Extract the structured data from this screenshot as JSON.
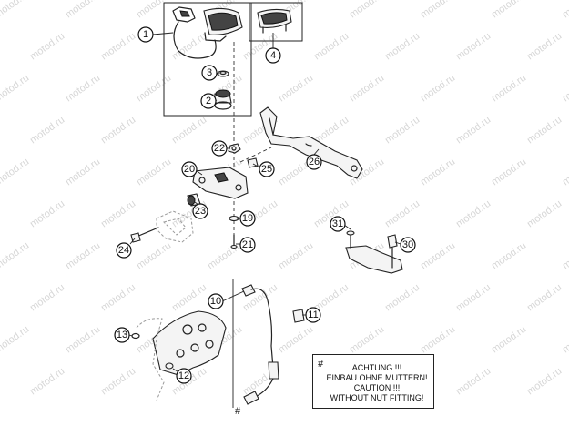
{
  "watermark": "motod.ru",
  "part_numbers": {
    "p1": "1",
    "p2": "2",
    "p3": "3",
    "p4": "4",
    "p10": "10",
    "p11": "11",
    "p12": "12",
    "p13": "13",
    "p19": "19",
    "p20": "20",
    "p21": "21",
    "p22": "22",
    "p23": "23",
    "p24": "24",
    "p25": "25",
    "p26": "26",
    "p30": "30",
    "p31": "31"
  },
  "note": {
    "symbol": "#",
    "lines": [
      "ACHTUNG !!!",
      "EINBAU OHNE MUTTERN!",
      "CAUTION !!!",
      "WITHOUT NUT FITTING!"
    ]
  },
  "cable_hash_symbol": "#"
}
